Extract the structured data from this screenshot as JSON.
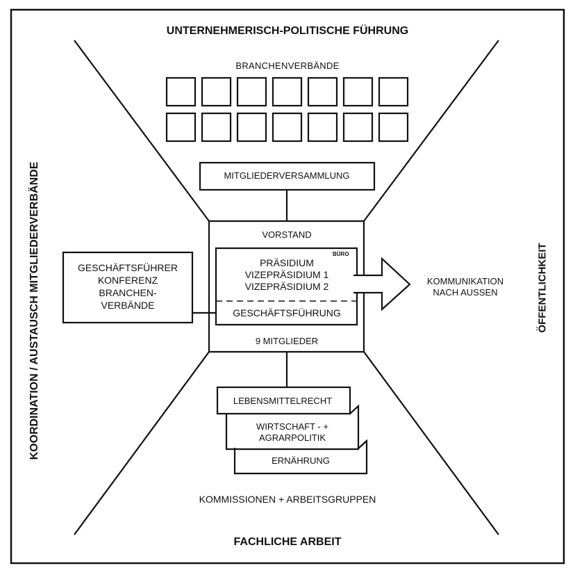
{
  "diagram": {
    "top_title": "UNTERNEHMERISCH-POLITISCHE FÜHRUNG",
    "bottom_title": "FACHLICHE ARBEIT",
    "left_label": "KOORDINATION / AUSTAUSCH MITGLIEDERVERBÄNDE",
    "right_label": "ÖFFENTLICHKEIT",
    "branchenverbaende": {
      "label": "BRANCHENVERBÄNDE",
      "rows": 2,
      "columns": 7
    },
    "mitgliederversammlung": "MITGLIEDERVERSAMMLUNG",
    "vorstand": {
      "title": "VORSTAND",
      "buero_tag": "BÜRO",
      "praesidium_lines": [
        "PRÄSIDIUM",
        "VIZEPRÄSIDIUM 1",
        "VIZEPRÄSIDIUM 2"
      ],
      "geschaeftsfuehrung": "GESCHÄFTSFÜHRUNG",
      "members": "9 MITGLIEDER"
    },
    "gf_konferenz_lines": [
      "GESCHÄFTSFÜHRER",
      "KONFERENZ",
      "BRANCHEN-",
      "VERBÄNDE"
    ],
    "kommunikation_lines": [
      "KOMMUNIKATION",
      "NACH AUSSEN"
    ],
    "kommissionen": {
      "items": [
        {
          "lines": [
            "LEBENSMITTELRECHT"
          ]
        },
        {
          "lines": [
            "WIRTSCHAFT - +",
            "AGRARPOLITIK"
          ]
        },
        {
          "lines": [
            "ERNÄHRUNG"
          ]
        }
      ],
      "label": "KOMMISSIONEN + ARBEITSGRUPPEN"
    },
    "colors": {
      "stroke": "#111111",
      "background": "#ffffff"
    }
  }
}
